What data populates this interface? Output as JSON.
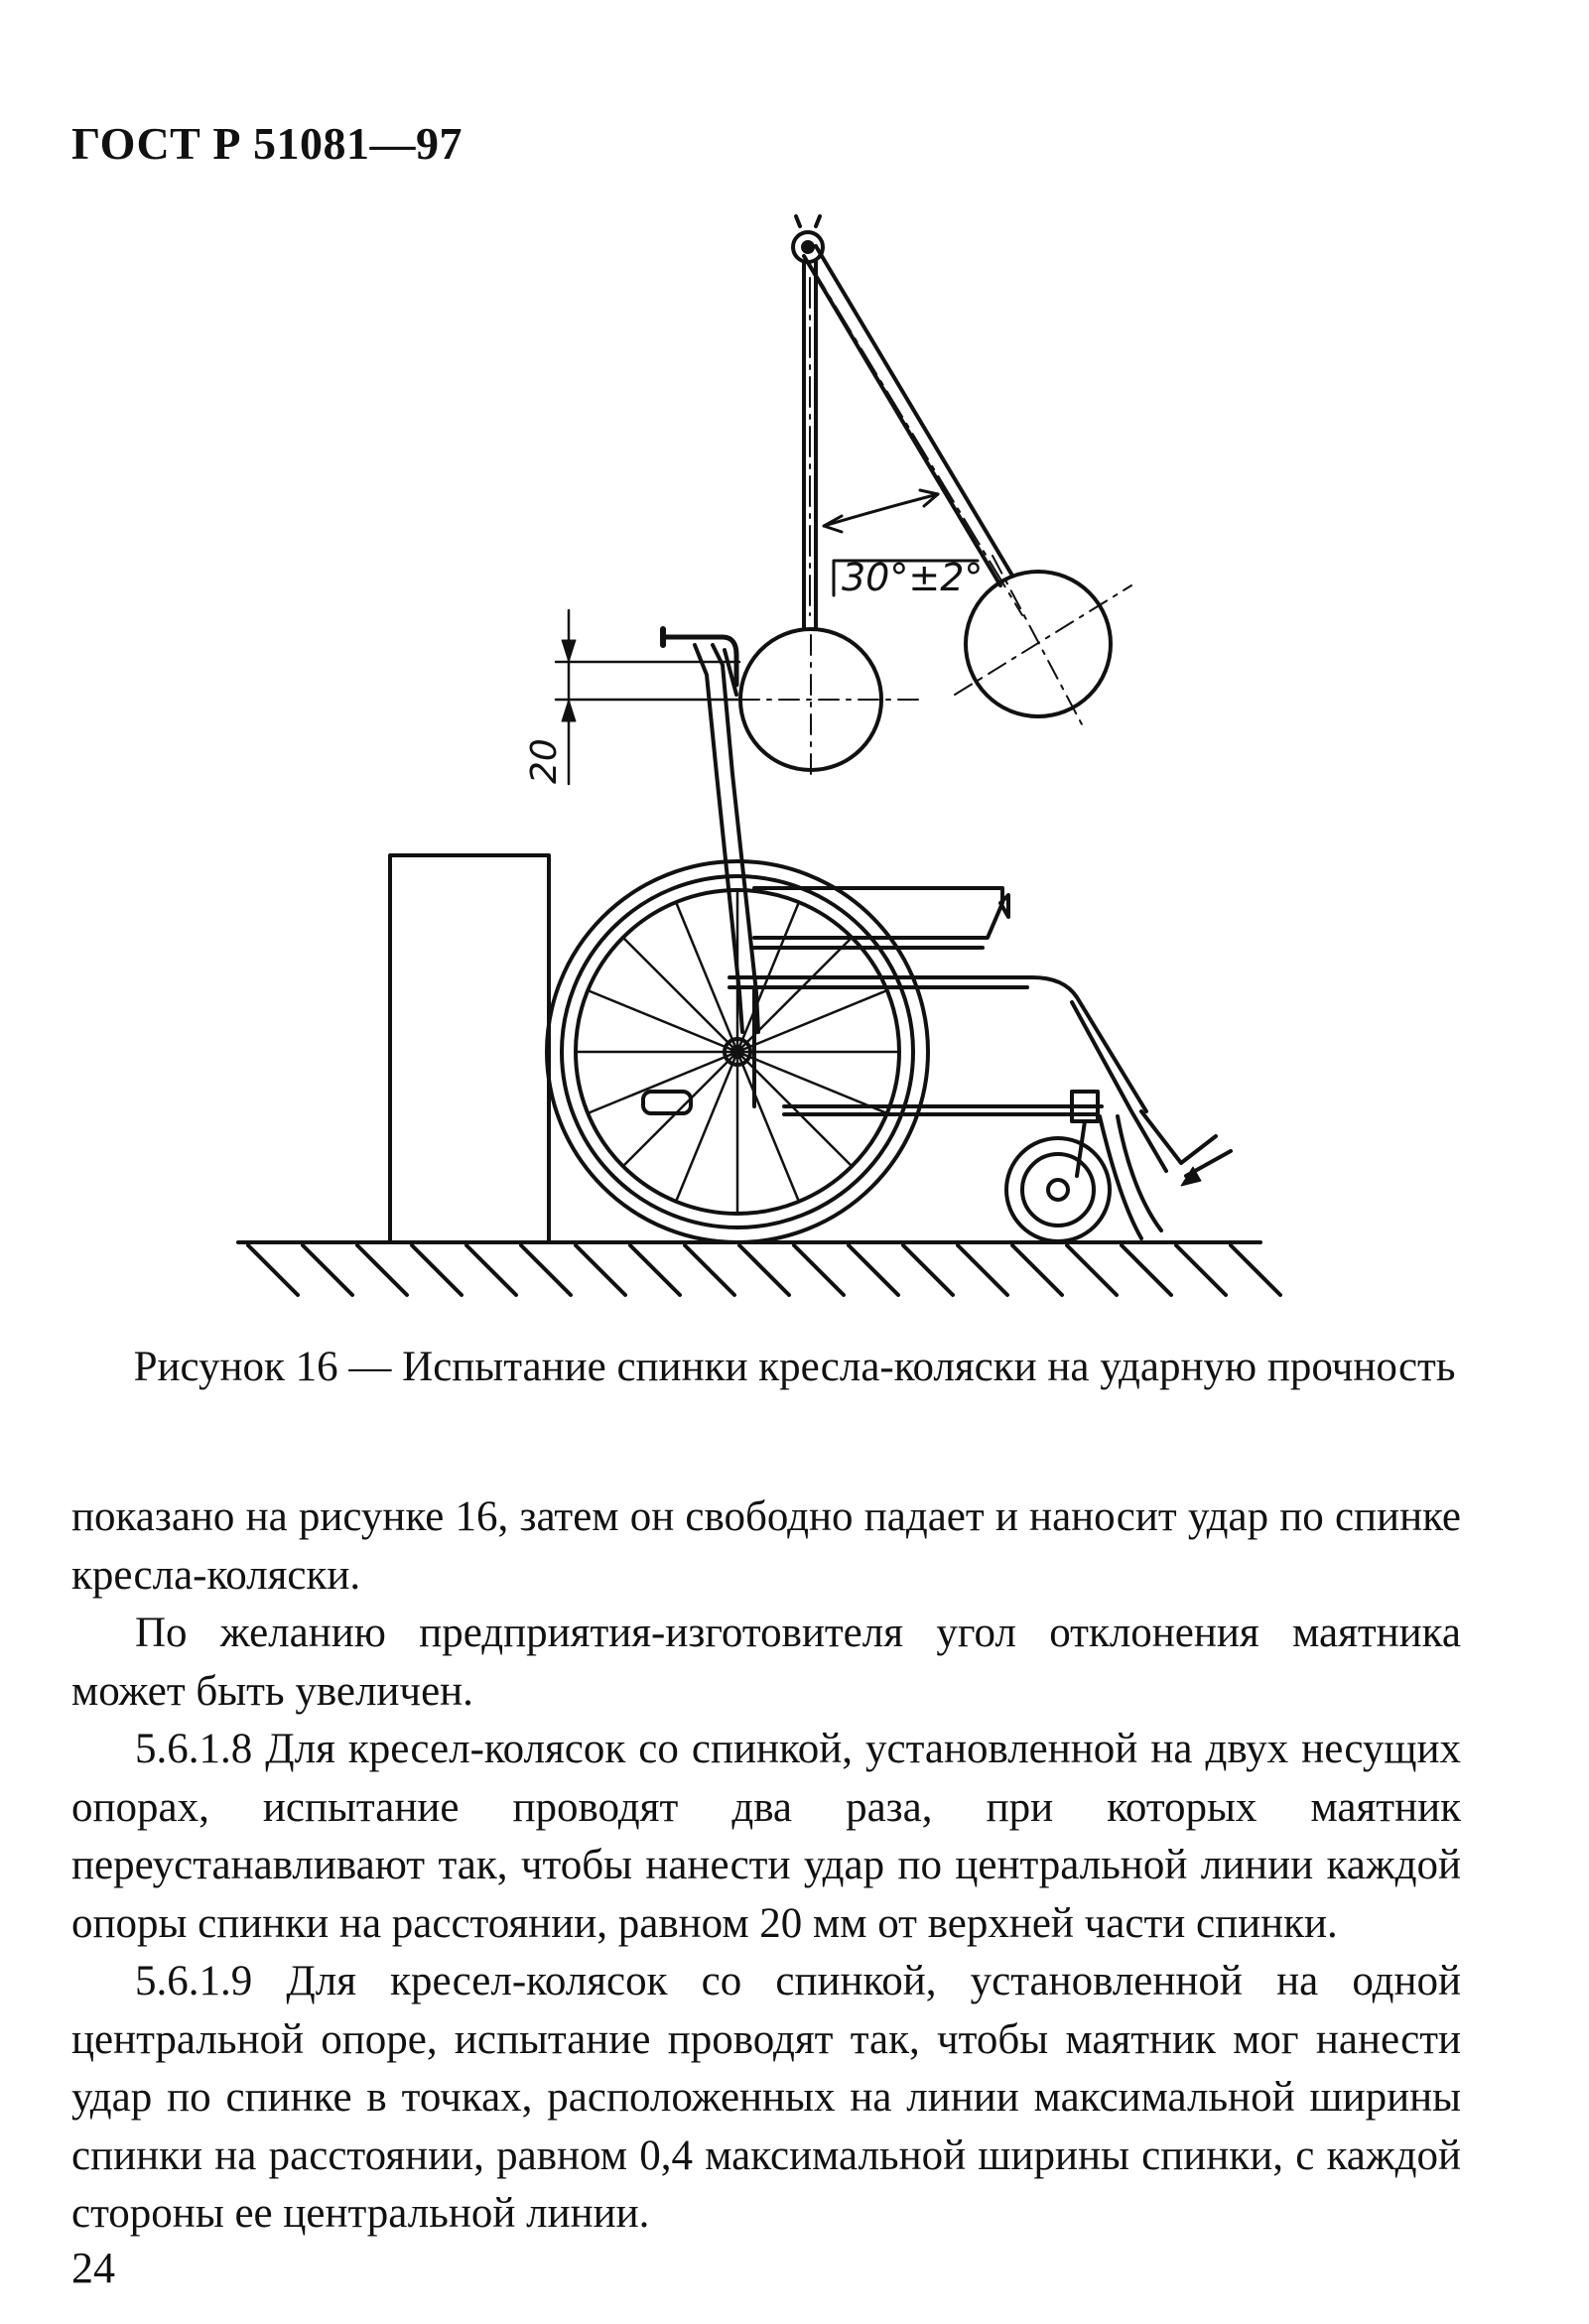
{
  "header": {
    "standard": "ГОСТ Р 51081—97"
  },
  "figure": {
    "labels": {
      "angle": "30°±2°",
      "height": "20"
    },
    "caption": "Рисунок 16 — Испытание спинки кресла-коляски на ударную прочность"
  },
  "body": {
    "paragraphs": [
      "показано на рисунке 16, затем он свободно падает и наносит удар по спинке кресла-коляски.",
      "По желанию предприятия-изготовителя угол отклонения маятника может быть увеличен.",
      "5.6.1.8 Для кресел-колясок со спинкой, установленной на двух несущих опорах, испытание проводят два раза, при которых маятник переустанавливают так, чтобы нанести удар по центральной линии каждой опоры спинки на расстоянии, равном 20 мм от верхней части спинки.",
      "5.6.1.9 Для кресел-колясок со спинкой, установленной на одной центральной опоре, испытание проводят так, чтобы маятник мог нанести удар по спинке в точках, расположенных на линии максимальной ширины спинки на расстоянии, равном 0,4 максимальной ширины спинки, с каждой стороны ее центральной линии."
    ]
  },
  "footer": {
    "page_number": "24"
  }
}
